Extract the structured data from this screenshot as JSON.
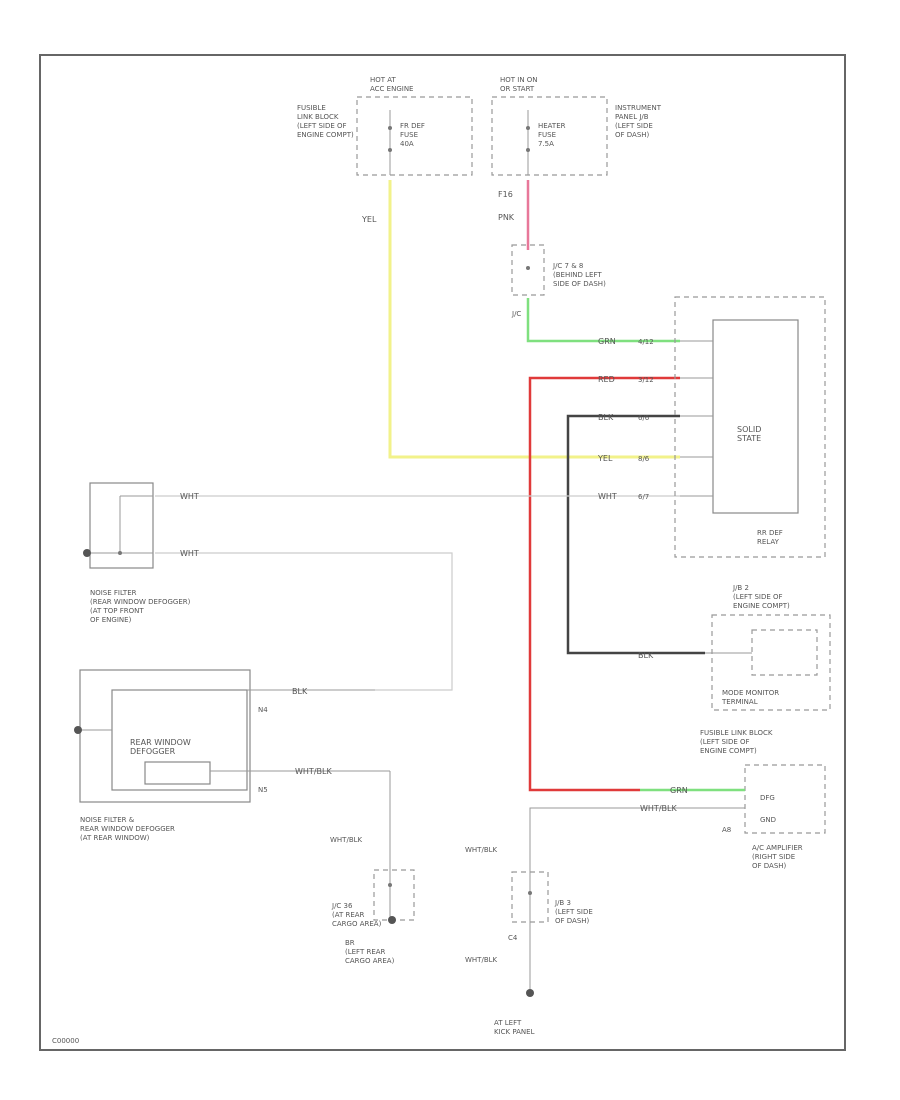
{
  "colors": {
    "yellow_wire": "#f2f28a",
    "pink_wire": "#e8789a",
    "green_wire": "#7fe07f",
    "red_wire": "#e03a3a",
    "black_wire": "#444444",
    "white_wire": "#d8d8d8",
    "frame": "#666666"
  },
  "fuses": {
    "left": {
      "header": "HOT AT\nACC ENGINE",
      "location": "FUSIBLE\nLINK BLOCK\n(LEFT SIDE OF\nENGINE COMPT)",
      "name": "FR DEF\nFUSE\n40A"
    },
    "right": {
      "header": "HOT IN ON\nOR START",
      "location": "INSTRUMENT\nPANEL J/B\n(LEFT SIDE\nOF DASH)",
      "name": "HEATER\nFUSE\n7.5A"
    }
  },
  "wires": {
    "yel_label": "YEL",
    "pnk_label": "PNK",
    "pin_f16": "F16",
    "jc_label": "J/C 7 & 8\n(BEHIND LEFT\nSIDE OF DASH)",
    "jc_pins": "J/C",
    "grn": "GRN",
    "red": "RED",
    "blk": "BLK",
    "yel": "YEL",
    "wht": "WHT",
    "wht_blk": "WHT/BLK"
  },
  "relay": {
    "title": "SOLID\nSTATE",
    "name": "RR DEF\nRELAY",
    "pins": [
      "4/12",
      "3/12",
      "6/6",
      "8/6",
      "6/7"
    ]
  },
  "noise_filter_top": {
    "label": "NOISE FILTER\n(REAR WINDOW DEFOGGER)\n(AT TOP FRONT\nOF ENGINE)"
  },
  "defogger": {
    "box_label": "REAR WINDOW\nDEFOGGER",
    "label": "NOISE FILTER &\nREAR WINDOW DEFOGGER\n(AT REAR WINDOW)",
    "pin_a": "N4",
    "pin_b": "N5"
  },
  "jb2": {
    "label": "J/B 2\n(LEFT SIDE OF\nENGINE COMPT)",
    "terminal": "MODE MONITOR\nTERMINAL"
  },
  "fusible2": {
    "label": "FUSIBLE LINK BLOCK\n(LEFT SIDE OF\nENGINE COMPT)"
  },
  "amplifier": {
    "label": "A/C AMPLIFIER\n(RIGHT SIDE\nOF DASH)",
    "pin1": "DFG",
    "pin2": "GND",
    "pin_id": "A8"
  },
  "jc_rear": {
    "label": "J/C 36\n(AT REAR\nCARGO AREA)"
  },
  "ground_rear": {
    "label": "BR\n(LEFT REAR\nCARGO AREA)"
  },
  "jb3": {
    "label": "J/B 3\n(LEFT SIDE\nOF DASH)",
    "pin": "C4"
  },
  "ground_left": {
    "label": "AT LEFT\nKICK PANEL"
  },
  "figure_id": "C00000"
}
